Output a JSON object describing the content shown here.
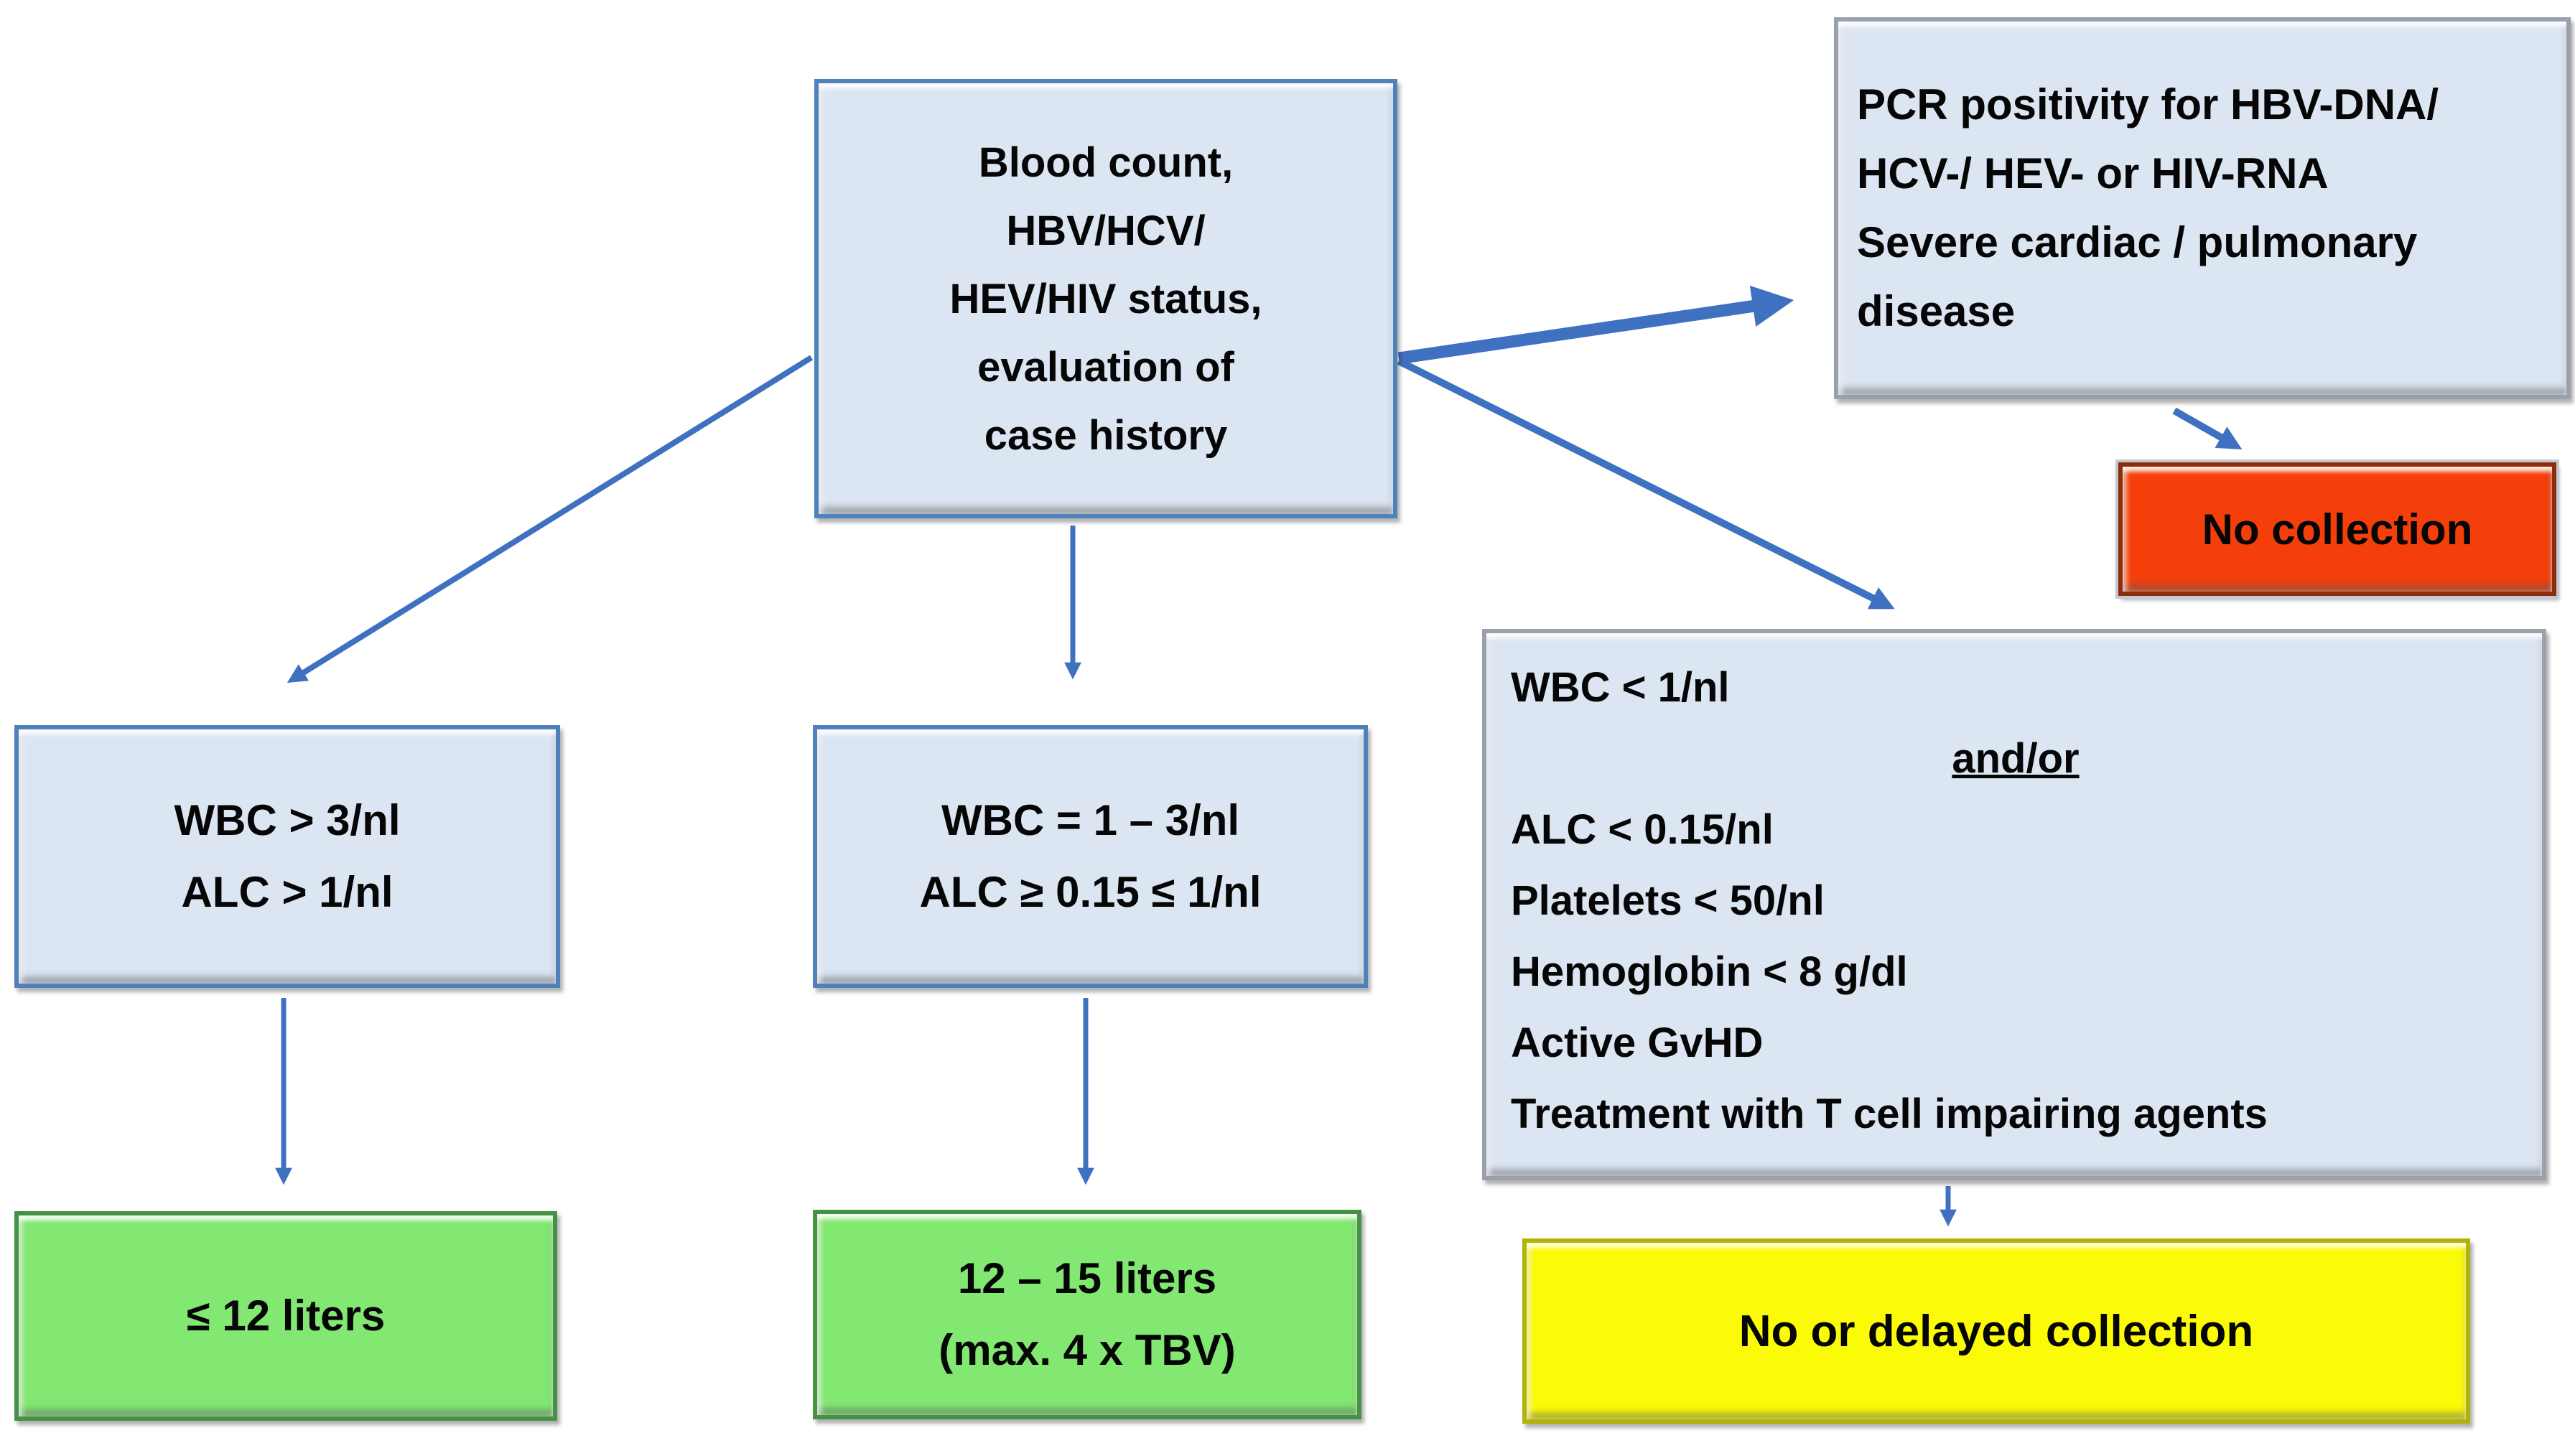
{
  "colors": {
    "arrow": "#4070c0",
    "node_fill_blue": "#dce6f3",
    "node_border_blue": "#4f81bd",
    "node_border_gray": "#9aa1ab",
    "stop_fill_red": "#f53f0a",
    "go_fill_green": "#82e871",
    "caution_fill_yellow": "#fbfb07",
    "text": "#060606"
  },
  "nodes": {
    "assessment": {
      "text": "Blood count,\nHBV/HCV/\nHEV/HIV status,\nevaluation of\ncase history"
    },
    "exclusion": {
      "text": "PCR positivity for HBV-DNA/\nHCV-/ HEV- or HIV-RNA\nSevere cardiac / pulmonary\ndisease"
    },
    "no_collection": {
      "text": "No collection"
    },
    "good_counts": {
      "text": "WBC > 3/nl\nALC > 1/nl"
    },
    "intermediate_counts": {
      "text": "WBC = 1 – 3/nl\nALC ≥ 0.15 ≤ 1/nl"
    },
    "low_counts": {
      "line1": "WBC < 1/nl",
      "connector": "and/or",
      "line2": "ALC < 0.15/nl",
      "line3": "Platelets < 50/nl",
      "line4": "Hemoglobin < 8 g/dl",
      "line5": "Active GvHD",
      "line6": "Treatment with T cell impairing agents"
    },
    "volume_low": {
      "text": "≤ 12 liters"
    },
    "volume_mid": {
      "text": "12 – 15 liters\n(max. 4 x TBV)"
    },
    "no_or_delayed": {
      "text": "No or delayed collection"
    }
  },
  "connections": [
    {
      "from": "assessment",
      "to": "good_counts"
    },
    {
      "from": "assessment",
      "to": "intermediate_counts"
    },
    {
      "from": "assessment",
      "to": "exclusion"
    },
    {
      "from": "assessment",
      "to": "low_counts"
    },
    {
      "from": "exclusion",
      "to": "no_collection"
    },
    {
      "from": "good_counts",
      "to": "volume_low"
    },
    {
      "from": "intermediate_counts",
      "to": "volume_mid"
    },
    {
      "from": "low_counts",
      "to": "no_or_delayed"
    }
  ]
}
